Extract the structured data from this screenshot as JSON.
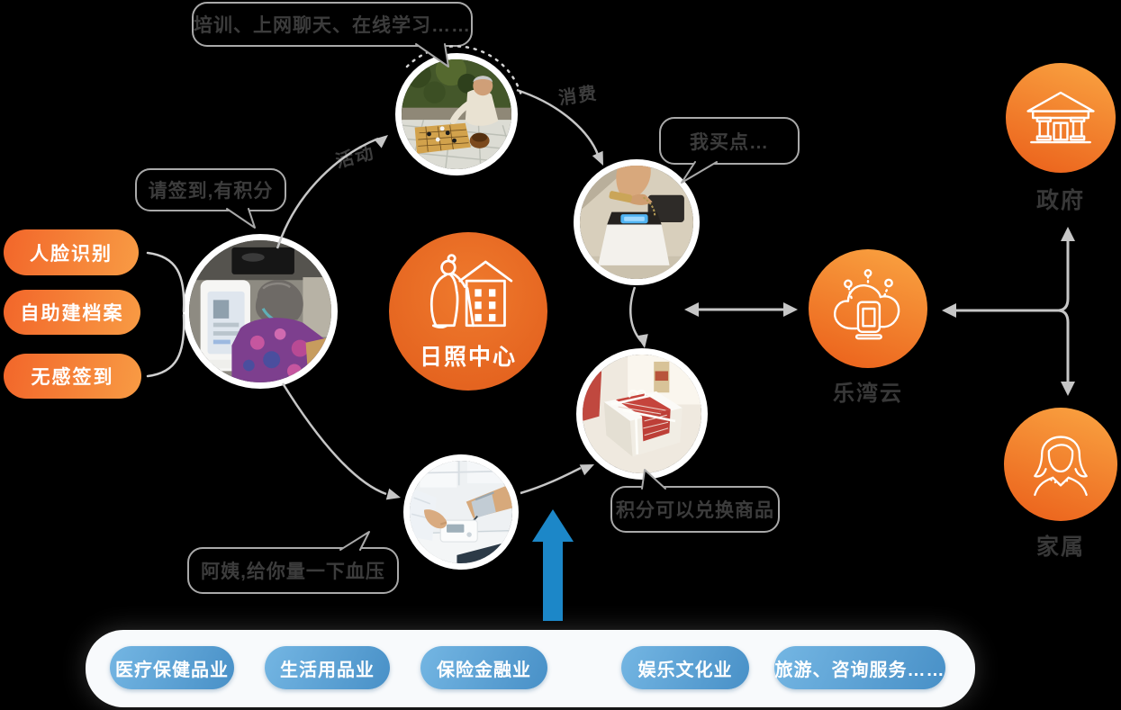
{
  "bubbles": {
    "training": "培训、上网聊天、在线学习……",
    "checkin": "请签到,有积分",
    "buy": "我买点…",
    "blood_pressure": "阿姨,给你量一下血压",
    "points": "积分可以兑换商品"
  },
  "flow_labels": {
    "activity": "活动",
    "consume": "消费"
  },
  "nodes": {
    "center": {
      "label": "日照中心",
      "icon": "elder-building-icon"
    },
    "cloud": {
      "label": "乐湾云",
      "icon": "cloud-iot-icon"
    },
    "government": {
      "label": "政府",
      "icon": "government-building-icon"
    },
    "family": {
      "label": "家属",
      "icon": "family-woman-icon"
    }
  },
  "feature_pills": [
    "人脸识别",
    "自助建档案",
    "无感签到"
  ],
  "industry_pills": [
    "医疗保健品业",
    "生活用品业",
    "保险金融业",
    "娱乐文化业",
    "旅游、咨询服务……"
  ],
  "photo_labels": {
    "go": "elderly-playing-go",
    "payment": "scanning-payment",
    "face": "face-recognition-checkin",
    "gift": "gift-box-exchange",
    "bp": "blood-pressure-measure"
  },
  "colors": {
    "accent_orange": "#EE6A1F",
    "accent_orange_light": "#F89E3E",
    "blue_arrow": "#1C87C8",
    "pill_blue": "#5AA2D4",
    "line_gray": "#C6C6C6",
    "bubble_border": "#A9A9A9",
    "text_dark": "#3C3C3C"
  }
}
